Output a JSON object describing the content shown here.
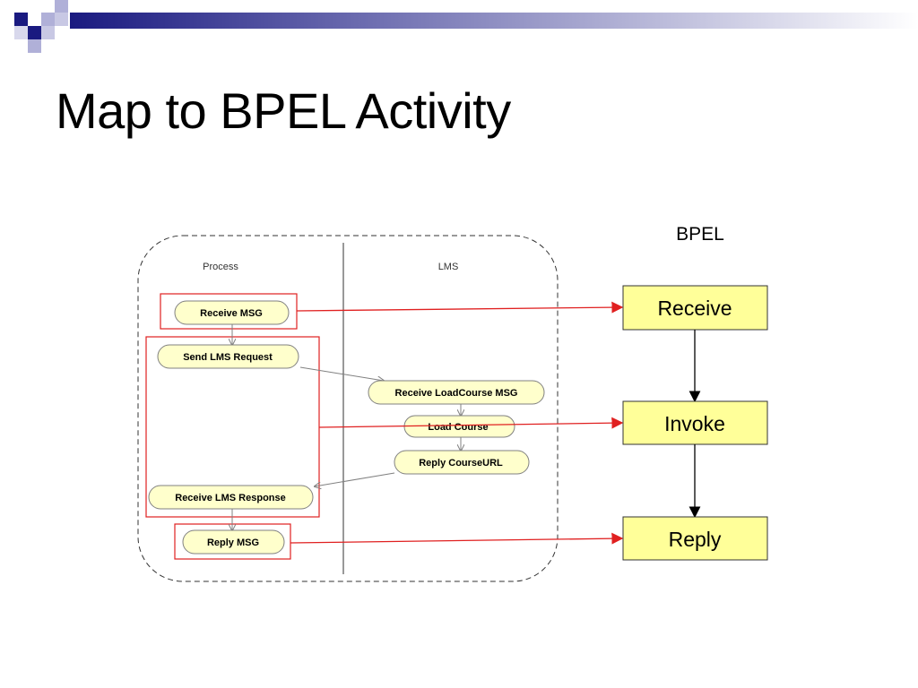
{
  "slide": {
    "title": "Map to BPEL Activity",
    "accent_color": "#1a1a80",
    "accent_light": "#9a9acc"
  },
  "diagram": {
    "lanes": {
      "process": "Process",
      "lms": "LMS"
    },
    "nodes": {
      "receive_msg": "Receive MSG",
      "send_lms_request": "Send LMS Request",
      "receive_loadcourse_msg": "Receive LoadCourse MSG",
      "load_course": "Load Course",
      "reply_courseurl": "Reply CourseURL",
      "receive_lms_response": "Receive LMS Response",
      "reply_msg": "Reply MSG"
    },
    "node_fill": "#ffffcc",
    "highlight_color": "#e02020"
  },
  "bpel": {
    "heading": "BPEL",
    "activities": {
      "receive": "Receive",
      "invoke": "Invoke",
      "reply": "Reply"
    },
    "box_fill": "#ffff99"
  }
}
